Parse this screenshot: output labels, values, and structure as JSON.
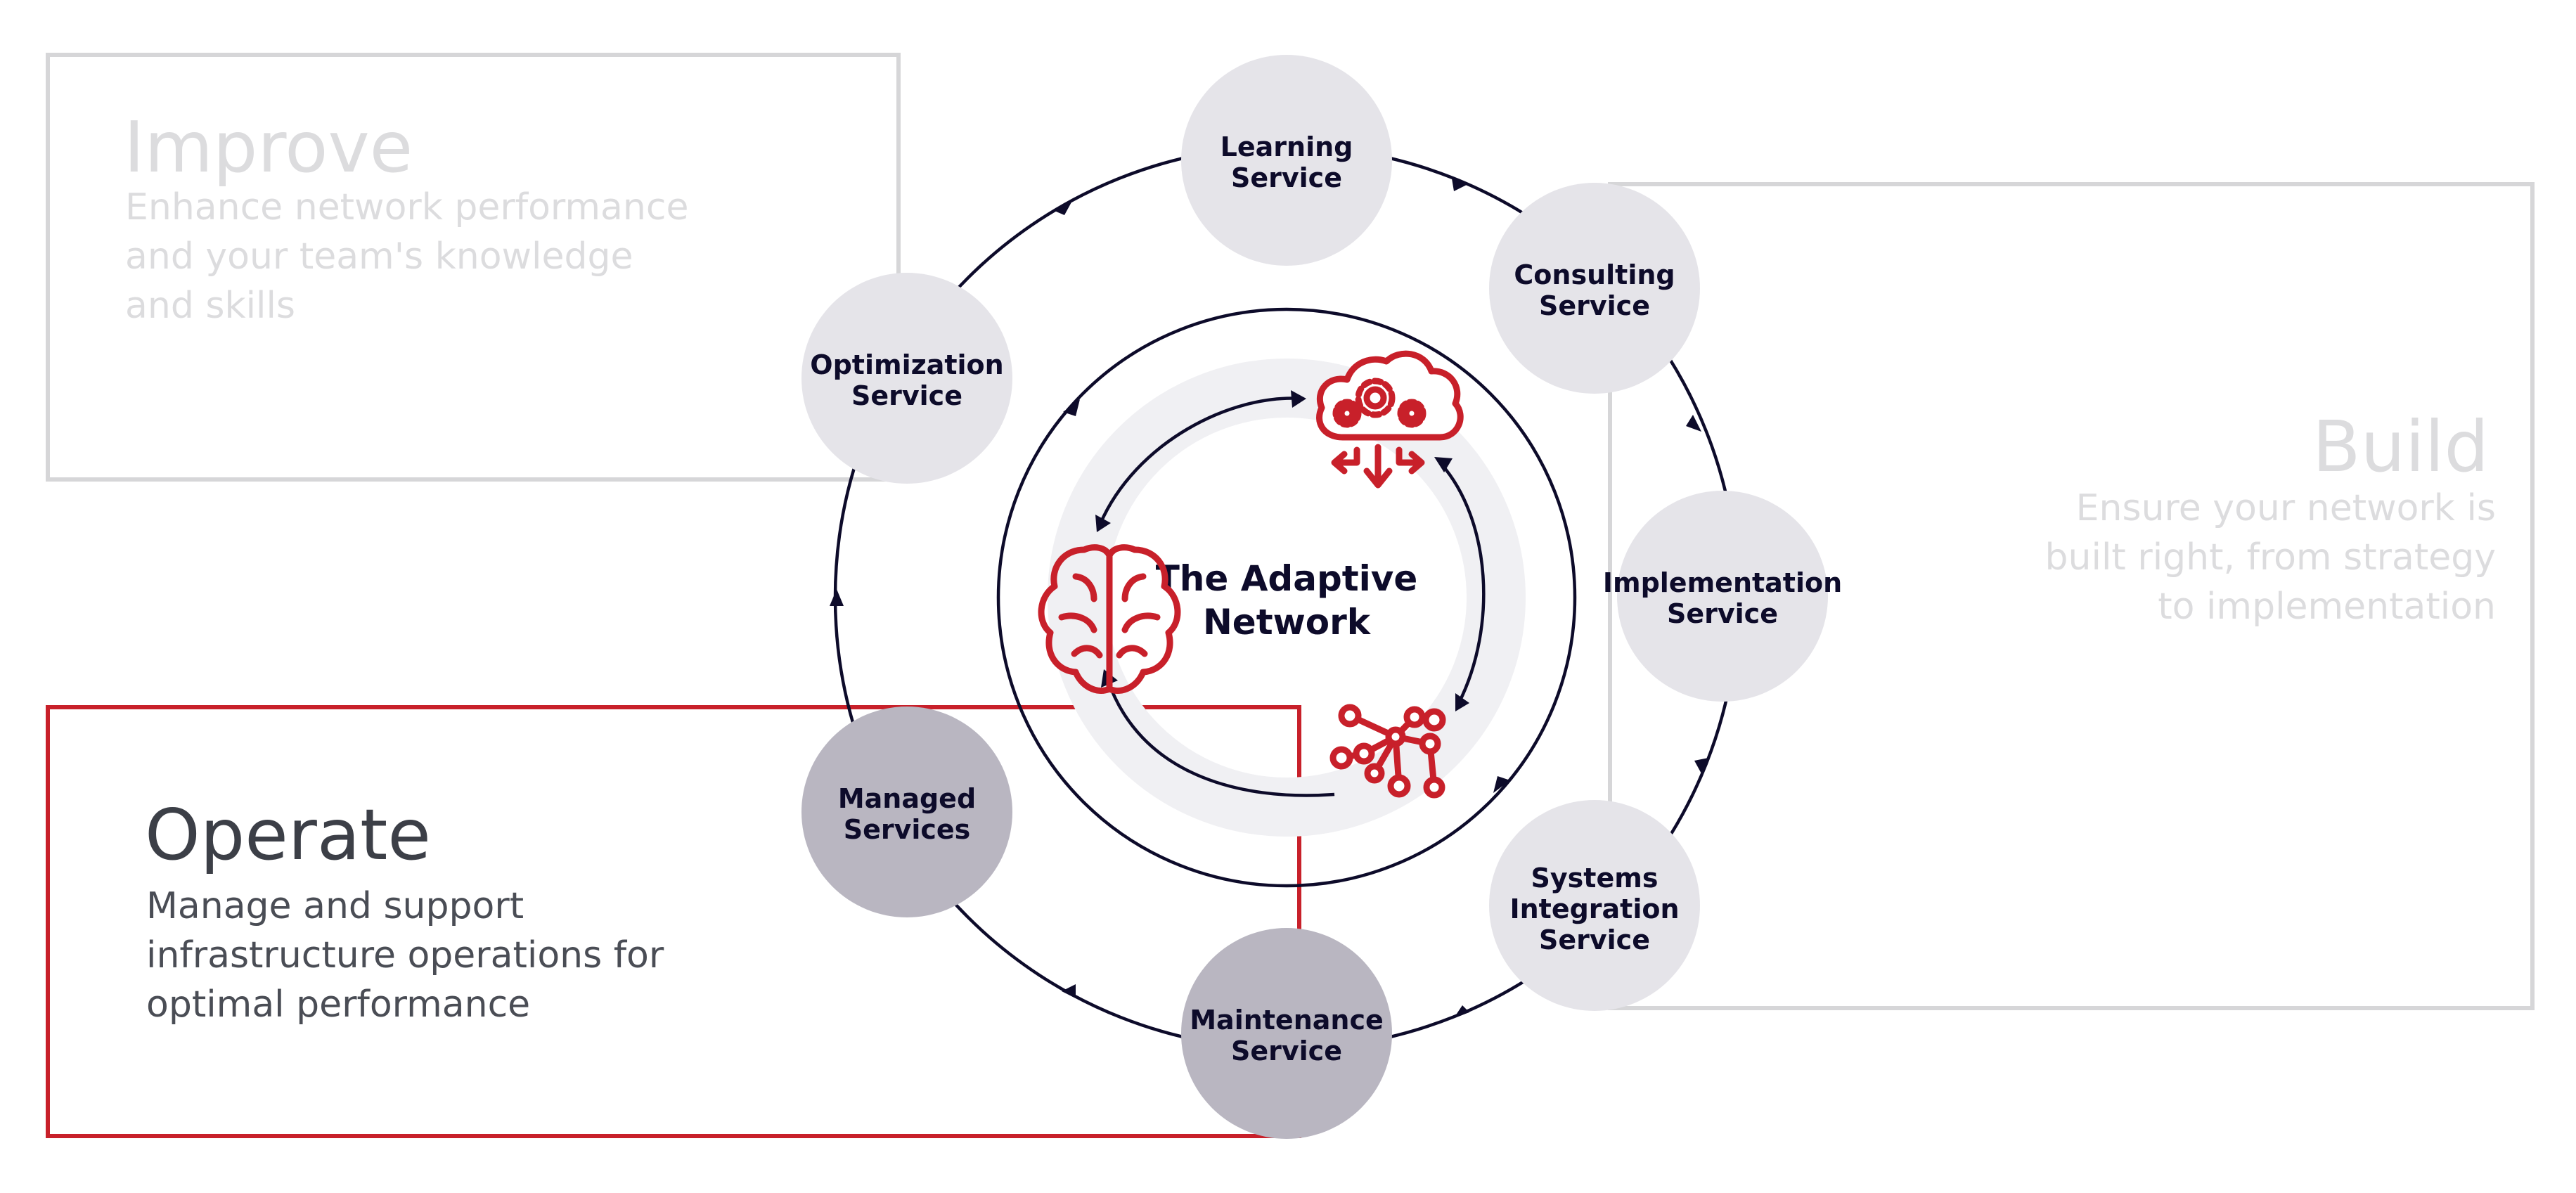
{
  "center": {
    "line1": "The Adaptive",
    "line2": "Network"
  },
  "panels": {
    "improve": {
      "title": "Improve",
      "lines": [
        "Enhance network performance",
        "and your team's knowledge",
        "and skills"
      ]
    },
    "build": {
      "title": "Build",
      "lines": [
        "Ensure your network is",
        "built right, from strategy",
        "to implementation"
      ]
    },
    "operate": {
      "title": "Operate",
      "lines": [
        "Manage and support",
        "infrastructure operations for",
        "optimal performance"
      ]
    }
  },
  "services": {
    "learning": [
      "Learning",
      "Service"
    ],
    "consulting": [
      "Consulting",
      "Service"
    ],
    "implementation": [
      "Implementation",
      "Service"
    ],
    "systems_integration": [
      "Systems",
      "Integration",
      "Service"
    ],
    "maintenance": [
      "Maintenance",
      "Service"
    ],
    "managed": [
      "Managed",
      "Services"
    ],
    "optimization": [
      "Optimization",
      "Service"
    ]
  },
  "icons": {
    "cloud": "cloud-gears-icon",
    "brain": "brain-icon",
    "network": "network-nodes-icon"
  },
  "colors": {
    "accent_red": "#c8202a",
    "navy": "#0d0b2a",
    "light_node": "#e5e4e9",
    "dark_node": "#b9b6c1",
    "inactive_border": "#d6d6d8",
    "inactive_text": "#dcdcde",
    "active_title": "#3c3f47",
    "active_text": "#4a4d55"
  }
}
